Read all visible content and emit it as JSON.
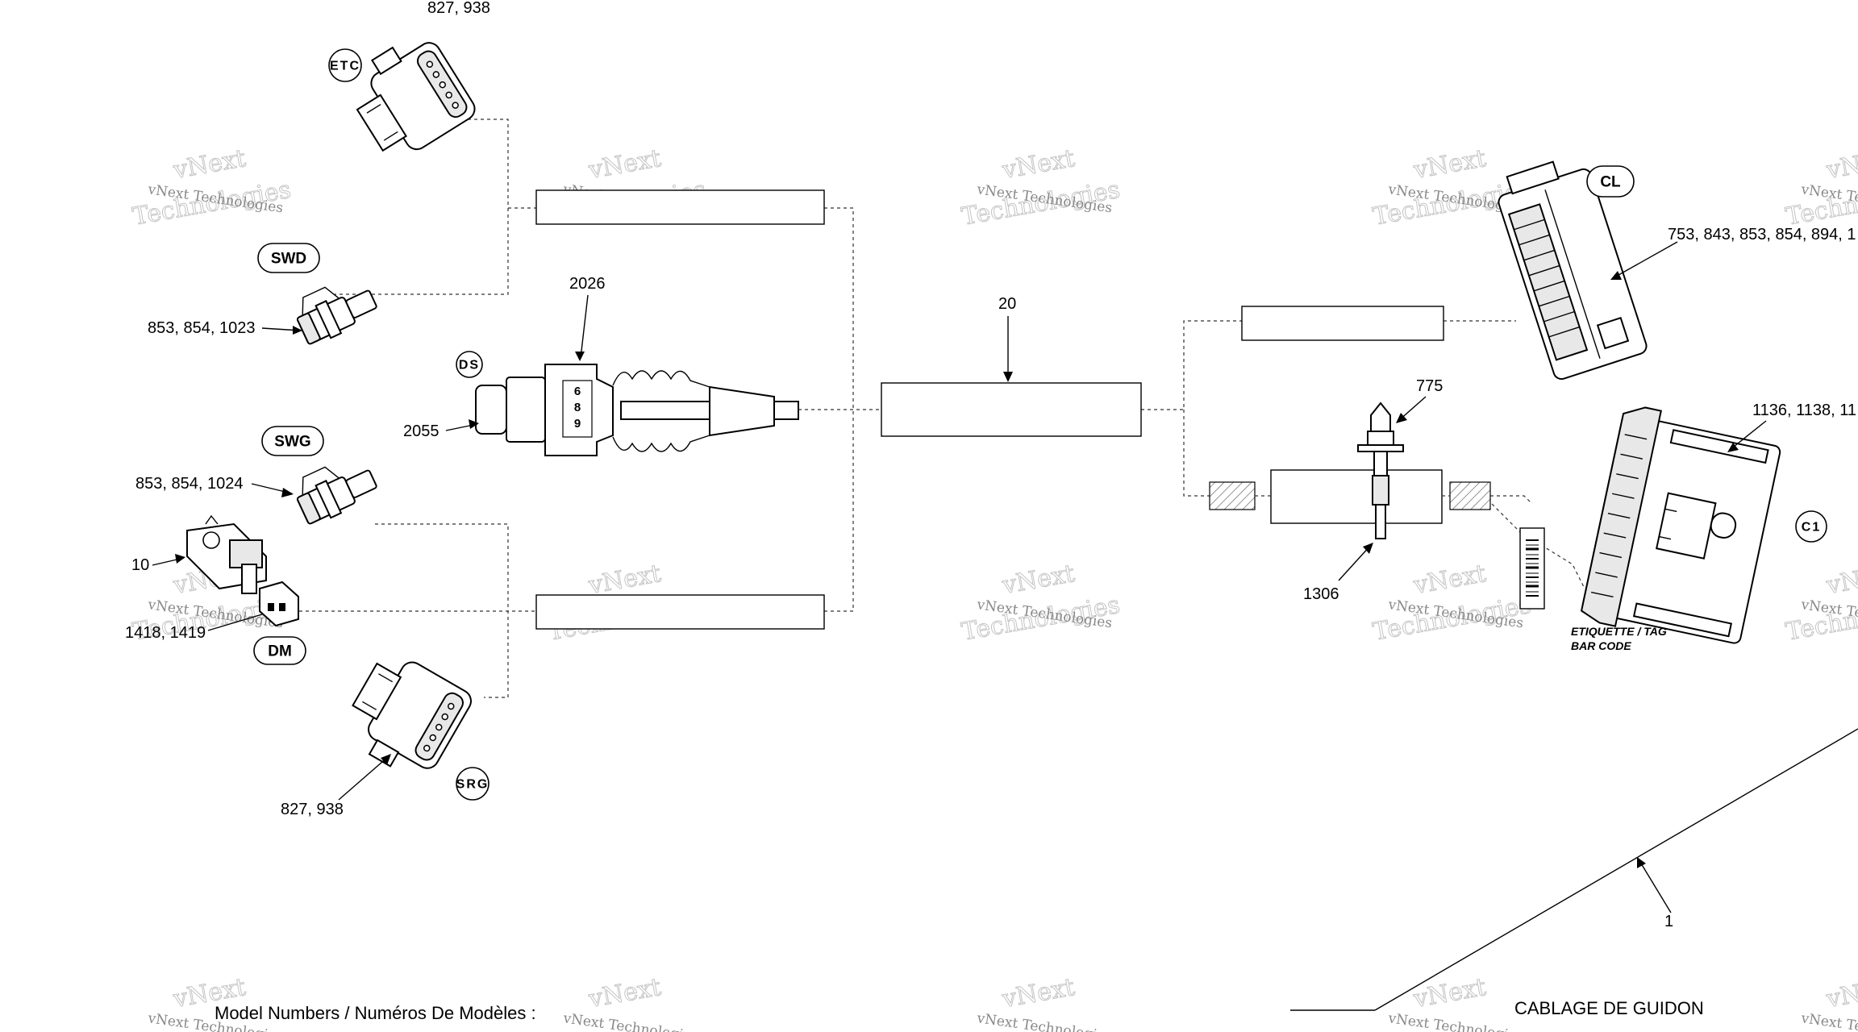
{
  "callouts": {
    "etc_parts": "827, 938",
    "swd_parts": "853, 854, 1023",
    "ds_harness": "2026",
    "ds_sensor": "2055",
    "swg_parts": "853, 854, 1024",
    "dm_module": "10",
    "dm_parts": "1418, 1419",
    "srg_parts": "827, 938",
    "main_harness": "20",
    "cl_parts": "753, 843, 853, 854, 894, 1",
    "cable_tie": "775",
    "c1_parts": "1136, 1138, 11",
    "clip": "1306",
    "assembly": "1"
  },
  "badges": {
    "etc": "ETC",
    "swd": "SWD",
    "ds": "DS",
    "swg": "SWG",
    "dm": "DM",
    "srg": "SRG",
    "cl": "CL",
    "c1": "C1"
  },
  "connector_pins": [
    "6",
    "8",
    "9"
  ],
  "tag": {
    "line1": "ETIQUETTE / TAG",
    "line2": "BAR CODE"
  },
  "footer": {
    "model_numbers": "Model Numbers / Numéros De Modèles :",
    "title": "CABLAGE DE GUIDON"
  },
  "watermark": {
    "brand": "vNext Technologies",
    "word1": "vNext",
    "word2": "Technologies"
  }
}
